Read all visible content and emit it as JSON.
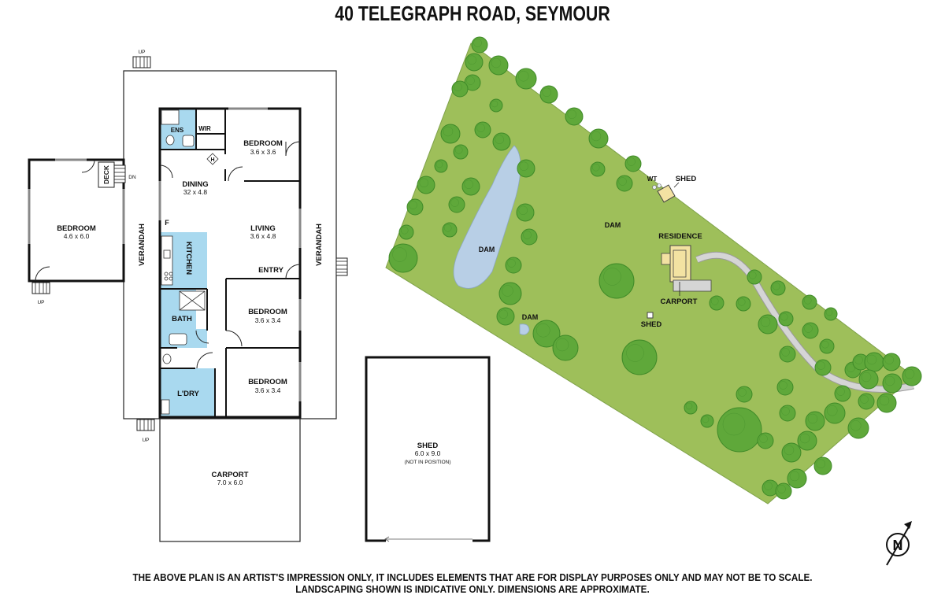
{
  "title": "40 TELEGRAPH ROAD, SEYMOUR",
  "disclaimer": {
    "line1": "THE ABOVE PLAN IS AN ARTIST'S IMPRESSION ONLY, IT INCLUDES ELEMENTS THAT ARE FOR DISPLAY PURPOSES ONLY AND MAY NOT BE TO SCALE.",
    "line2": "LANDSCAPING SHOWN IS INDICATIVE ONLY. DIMENSIONS ARE APPROXIMATE."
  },
  "house": {
    "rooms": {
      "bedroom_main": {
        "name": "BEDROOM",
        "size": "3.6 x 3.6"
      },
      "dining": {
        "name": "DINING",
        "size": "32 x 4.8"
      },
      "living": {
        "name": "LIVING",
        "size": "3.6 x 4.8"
      },
      "bedroom_mid": {
        "name": "BEDROOM",
        "size": "3.6 x 3.4"
      },
      "bedroom_low": {
        "name": "BEDROOM",
        "size": "3.6 x 3.4"
      },
      "bedroom_ext": {
        "name": "BEDROOM",
        "size": "4.6 x 6.0"
      },
      "carport": {
        "name": "CARPORT",
        "size": "7.0 x 6.0"
      },
      "kitchen": "KITCHEN",
      "bath": "BATH",
      "laundry": "L'DRY",
      "ensuite": "ENS",
      "wir": "WIR",
      "entry": "ENTRY",
      "deck": "DECK",
      "verandah_left": "VERANDAH",
      "verandah_right": "VERANDAH",
      "fridge": "F",
      "heater": "H"
    },
    "stairs": {
      "up": "UP",
      "down": "DN"
    }
  },
  "shed": {
    "name": "SHED",
    "size": "6.0 x 9.0",
    "note": "(NOT IN POSITION)"
  },
  "site": {
    "dam_large": "DAM",
    "dam_mid": "DAM",
    "dam_small": "DAM",
    "residence": "RESIDENCE",
    "carport": "CARPORT",
    "shed_top": "SHED",
    "shed_small": "SHED",
    "water_tank": "WT"
  },
  "north_label": "N",
  "colors": {
    "wet_area": "#a9d9ef",
    "lawn": "#9ebf5a",
    "lawn_edge": "#7fa24a",
    "tree": "#5fa83a",
    "tree_dark": "#3f8a28",
    "dam": "#b8cfe6",
    "residence": "#f3e2a2",
    "driveway": "#d5d5d5"
  }
}
